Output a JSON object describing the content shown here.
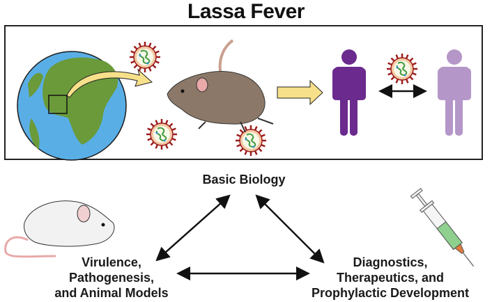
{
  "title": "Lassa Fever",
  "top_panel": {
    "elements": [
      "globe-with-west-africa-box",
      "rodent-reservoir",
      "virus-particles",
      "infected-human",
      "second-human"
    ],
    "colors": {
      "ocean": "#5aaee6",
      "land": "#6a9a3a",
      "arrow_yellow": "#f7e08a",
      "rat": "#8c7868",
      "human_dark": "#6a2a8e",
      "human_light": "#b596c8",
      "virus_spike": "#9b1c1c",
      "virus_rna": "#3f9a3f"
    }
  },
  "cycle": {
    "nodes": [
      {
        "id": "basic-biology",
        "lines": [
          "Basic Biology"
        ]
      },
      {
        "id": "virulence",
        "lines": [
          "Virulence,",
          "Pathogenesis,",
          "and Animal Models"
        ]
      },
      {
        "id": "diagnostics",
        "lines": [
          "Diagnostics,",
          "Therapeutics, and",
          "Prophylactic Development"
        ]
      }
    ]
  }
}
